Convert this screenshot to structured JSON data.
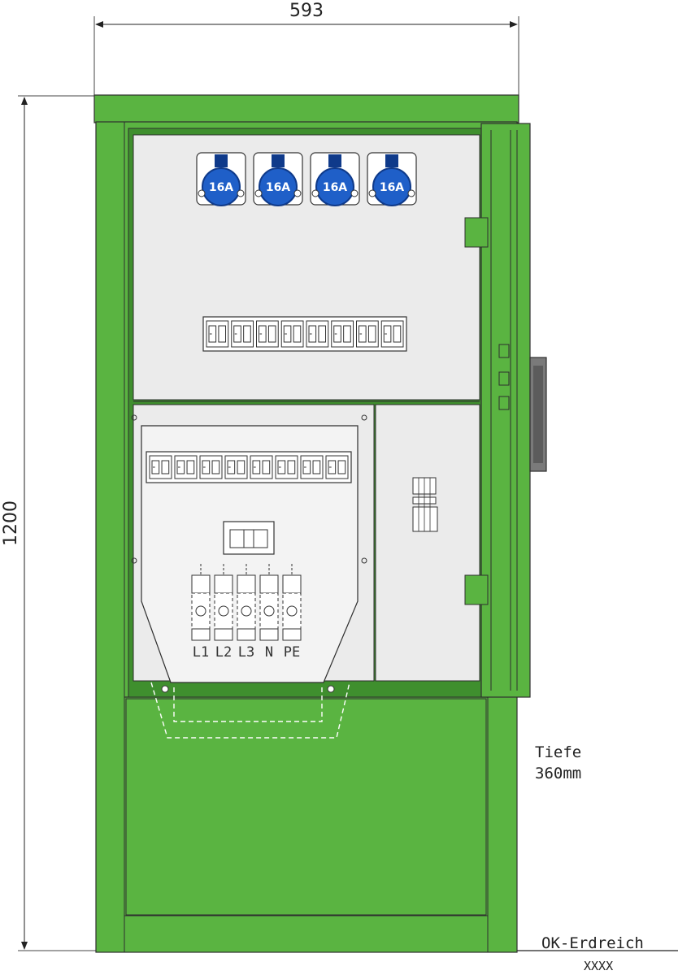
{
  "dimensions": {
    "width": "593",
    "height": "1200"
  },
  "sockets": [
    {
      "label": "16A"
    },
    {
      "label": "16A"
    },
    {
      "label": "16A"
    },
    {
      "label": "16A"
    }
  ],
  "terminals": [
    "L1",
    "L2",
    "L3",
    "N",
    "PE"
  ],
  "depth_note": {
    "line1": "Tiefe",
    "line2": "360mm"
  },
  "ground_label": "OK-Erdreich",
  "ground_marks": "XXXX",
  "colors": {
    "cabinet_green": "#5ab441",
    "cabinet_dark_green": "#3f8f2e",
    "panel_grey": "#ebebeb",
    "socket_blue": "#1f5fc8",
    "socket_dark_blue": "#0f3a8a",
    "line": "#333333"
  },
  "counts": {
    "upper_breakers": 8,
    "lower_breakers": 8
  }
}
